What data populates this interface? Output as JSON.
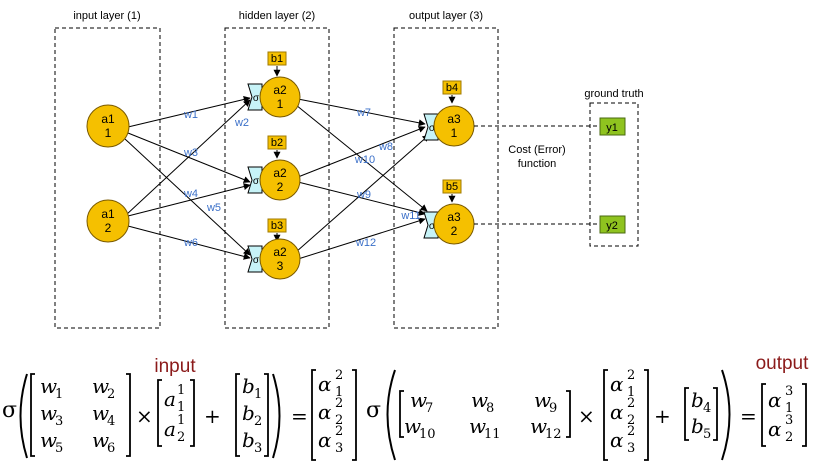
{
  "layers": {
    "input": "input layer (1)",
    "hidden": "hidden layer (2)",
    "output": "output layer (3)",
    "ground_truth": "ground truth"
  },
  "nodes": {
    "a1_1": [
      "a1",
      "1"
    ],
    "a1_2": [
      "a1",
      "2"
    ],
    "a2_1": [
      "a2",
      "1"
    ],
    "a2_2": [
      "a2",
      "2"
    ],
    "a2_3": [
      "a2",
      "3"
    ],
    "a3_1": [
      "a3",
      "1"
    ],
    "a3_2": [
      "a3",
      "2"
    ]
  },
  "activation_symbol": "σ",
  "biases": [
    "b1",
    "b2",
    "b3",
    "b4",
    "b5"
  ],
  "weights": [
    "w1",
    "w2",
    "w3",
    "w4",
    "w5",
    "w6",
    "w7",
    "w8",
    "w9",
    "w10",
    "w11",
    "w12"
  ],
  "targets": [
    "y1",
    "y2"
  ],
  "cost_label": [
    "Cost (Error)",
    "function"
  ],
  "equation": {
    "input_label": "input",
    "output_label": "output",
    "sigma": "σ",
    "times": "×",
    "plus": "+",
    "equals": "=",
    "w_matrix_1": [
      [
        "w",
        "1"
      ],
      [
        "w",
        "2"
      ],
      [
        "w",
        "3"
      ],
      [
        "w",
        "4"
      ],
      [
        "w",
        "5"
      ],
      [
        "w",
        "6"
      ]
    ],
    "a1_vec": [
      [
        "a",
        "1",
        "1"
      ],
      [
        "a",
        "1",
        "2"
      ]
    ],
    "b_vec_1": [
      [
        "b",
        "1"
      ],
      [
        "b",
        "2"
      ],
      [
        "b",
        "3"
      ]
    ],
    "alpha2_vec": [
      [
        "α",
        "2",
        "1"
      ],
      [
        "α",
        "2",
        "2"
      ],
      [
        "α",
        "2",
        "3"
      ]
    ],
    "w_matrix_2": [
      [
        "w",
        "7"
      ],
      [
        "w",
        "8"
      ],
      [
        "w",
        "9"
      ],
      [
        "w",
        "10"
      ],
      [
        "w",
        "11"
      ],
      [
        "w",
        "12"
      ]
    ],
    "b_vec_2": [
      [
        "b",
        "4"
      ],
      [
        "b",
        "5"
      ]
    ],
    "alpha3_vec": [
      [
        "α",
        "3",
        "1"
      ],
      [
        "α",
        "3",
        "2"
      ]
    ]
  },
  "colors": {
    "node_fill": "#f5c000",
    "node_stroke": "#7a5a00",
    "sigma_fill": "#c7f3f7",
    "bias_fill": "#f5c000",
    "target_fill": "#8fc31f",
    "weight_text": "#3a6fc8",
    "highlight_text": "#8b1a1a"
  }
}
